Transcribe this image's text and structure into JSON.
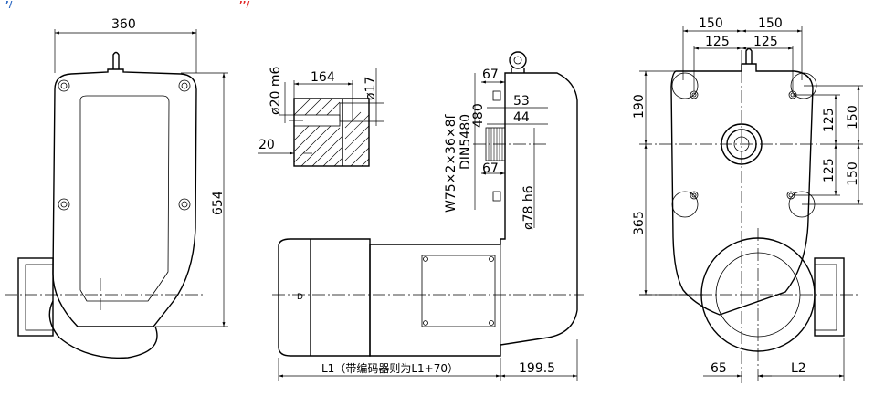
{
  "logo": {
    "left_mark": "’/",
    "right_mark": "’’/",
    "left_color": "#1f5fbf",
    "right_color": "#e02020"
  },
  "front_view": {
    "width": "360",
    "height": "654"
  },
  "shaft_detail": {
    "bore": "ø20 m6",
    "length": "164",
    "keyway": "ø17",
    "key_depth": "20"
  },
  "side_view": {
    "d67_top": "67",
    "d53": "53",
    "d44": "44",
    "d480": "480",
    "spline": "W75×2×36×8f",
    "standard": "DIN5480",
    "d67_bot": "67",
    "shaft_dia": "ø78 h6",
    "length_l1": "L1（带编码器则为L1+70）",
    "length_1995": "199.5"
  },
  "right_view": {
    "top_150_left": "150",
    "top_150_right": "150",
    "top_125_left": "125",
    "top_125_right": "125",
    "v190": "190",
    "v365": "365",
    "r125_top": "125",
    "r150_top": "150",
    "r125_bot": "125",
    "r150_bot": "150",
    "b65": "65",
    "bL2": "L2"
  }
}
